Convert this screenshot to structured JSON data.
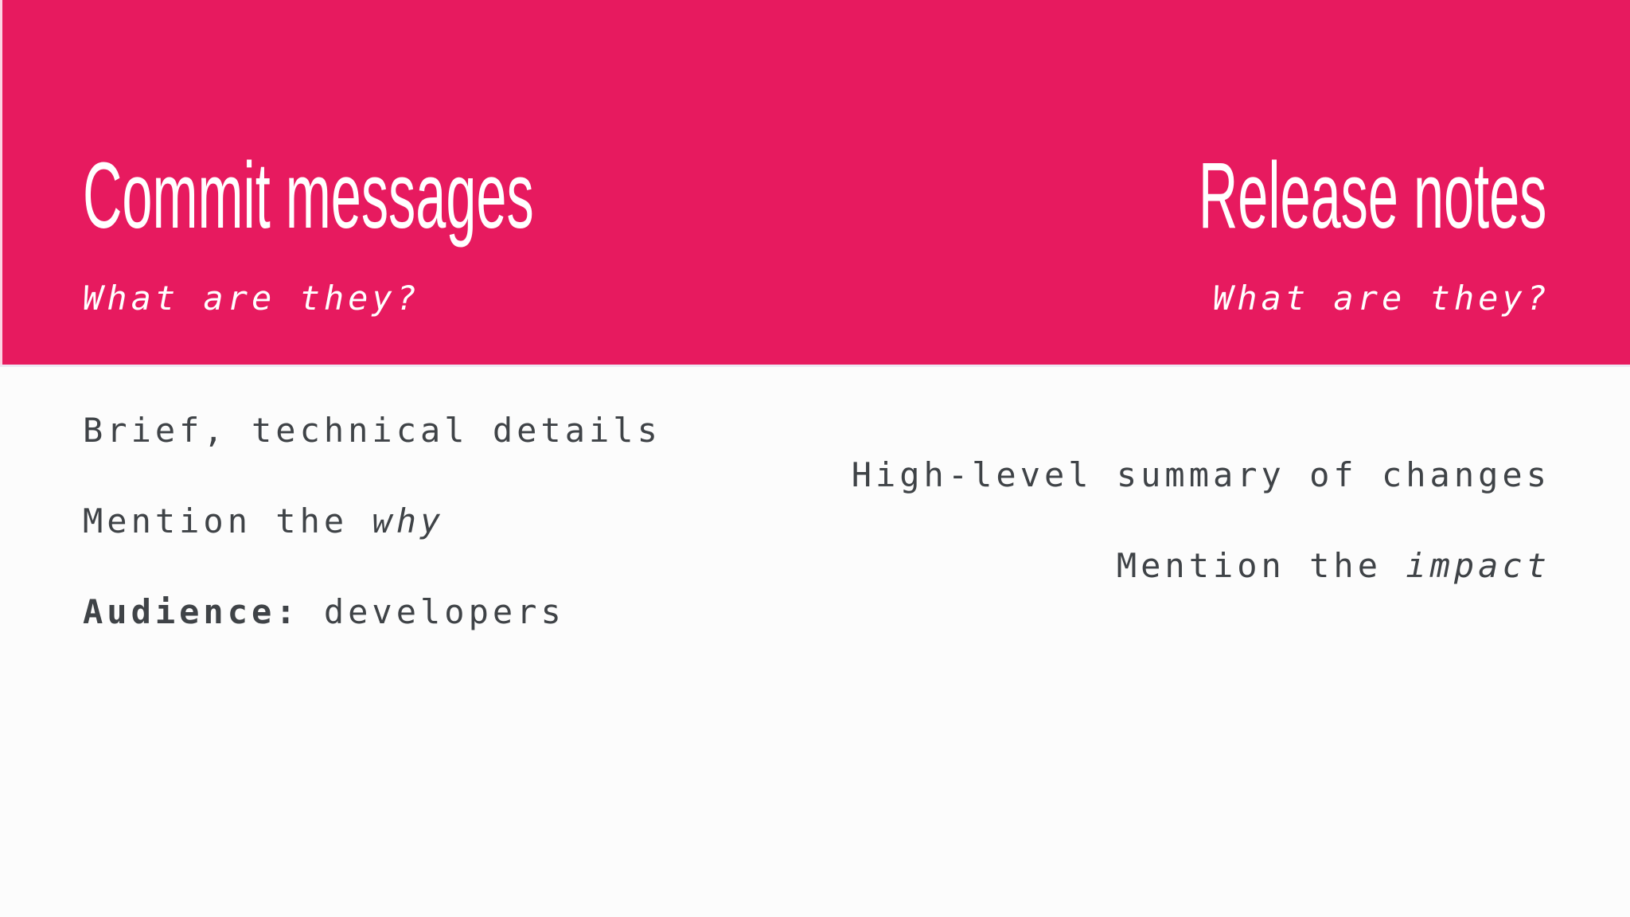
{
  "theme": {
    "accent_pink": "#E71A5F",
    "background": "#FCFCFC",
    "band_text_color": "#FFFFFF",
    "body_text_color": "#3F4347"
  },
  "left_column": {
    "title": "Commit messages",
    "subtitle": "What are they?",
    "point1": "Brief, technical details",
    "point2_text": "Mention the ",
    "point2_emphasis": "why",
    "point3_label": "Audience:",
    "point3_text": " developers"
  },
  "right_column": {
    "title": "Release notes",
    "subtitle": "What are they?",
    "point1": "High-level summary of changes",
    "point2_text": "Mention the ",
    "point2_emphasis": "impact"
  }
}
